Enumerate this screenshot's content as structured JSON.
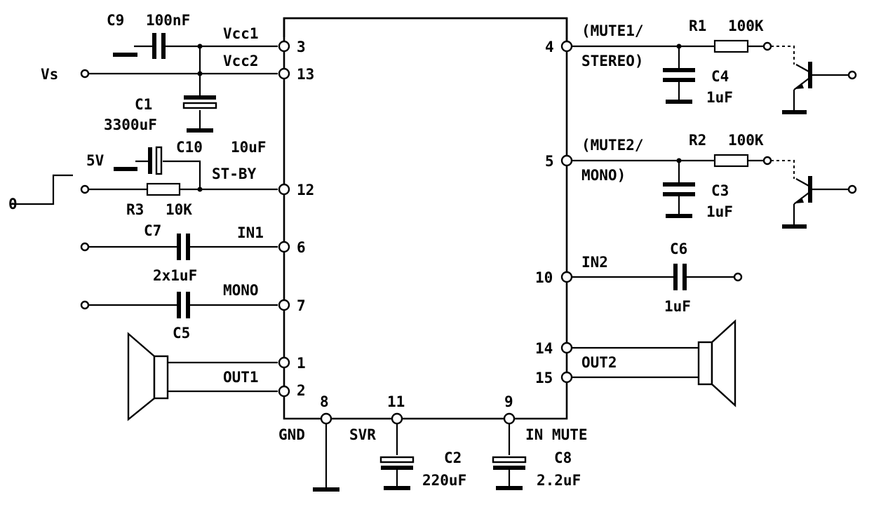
{
  "labels": {
    "c9": "C9",
    "c9_val": "100nF",
    "vcc1": "Vcc1",
    "vcc2": "Vcc2",
    "vs": "Vs",
    "c1": "C1",
    "c1_val": "3300uF",
    "c10": "C10",
    "c10_val": "10uF",
    "five_v": "5V",
    "zero": "0",
    "stby": "ST-BY",
    "r3": "R3",
    "r3_val": "10K",
    "c7": "C7",
    "in1": "IN1",
    "c7_c5_val": "2x1uF",
    "mono_in": "MONO",
    "c5": "C5",
    "out1": "OUT1",
    "gnd": "GND",
    "svr": "SVR",
    "in_mute": "IN MUTE",
    "c2": "C2",
    "c2_val": "220uF",
    "c8": "C8",
    "c8_val": "2.2uF",
    "mute1_a": "(MUTE1/",
    "mute1_b": "STEREO)",
    "r1": "R1",
    "r1_val": "100K",
    "c4": "C4",
    "c4_val": "1uF",
    "mute2_a": "(MUTE2/",
    "mute2_b": "MONO)",
    "r2": "R2",
    "r2_val": "100K",
    "c3": "C3",
    "c3_val": "1uF",
    "in2": "IN2",
    "c6": "C6",
    "c6_val": "1uF",
    "out2": "OUT2"
  },
  "pins": {
    "p3": "3",
    "p13": "13",
    "p12": "12",
    "p6": "6",
    "p7": "7",
    "p1": "1",
    "p2": "2",
    "p8": "8",
    "p11": "11",
    "p9": "9",
    "p4": "4",
    "p5": "5",
    "p10": "10",
    "p14": "14",
    "p15": "15"
  }
}
